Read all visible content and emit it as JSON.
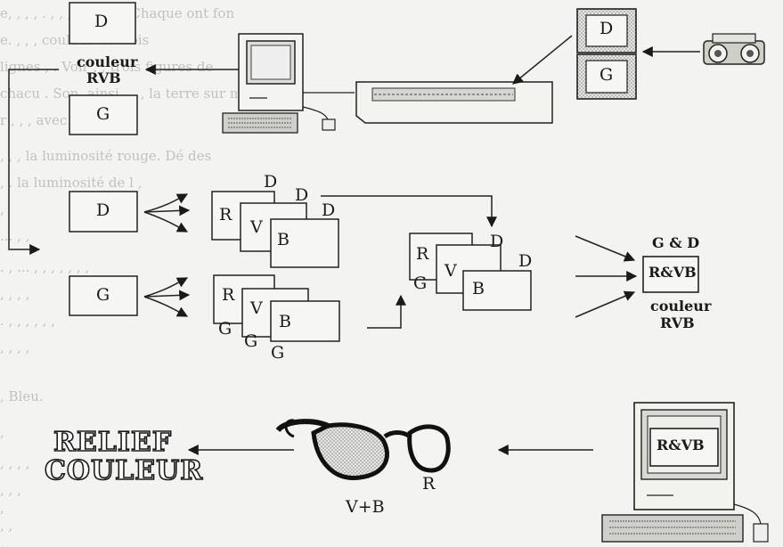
{
  "background_text": [
    "e,      ,  ,      ,       .       ,       ,      ,       ,      ,   RVB. Chaque ont fon",
    "e.           ,                              ,             ,      couleur de trois",
    "lignes     ,   . Voir          ,                ,    trois figures de",
    "chacu   . Son, ainsi      ,      ,              ,   la terre sur m  figure",
    "r     ,          ,      ,  avec l'       ,     ,",
    "     ,           ,                       ,     la luminosité rouge. Dé  des",
    "     ,      . la luminosité de l     ,",
    "                                      ,",
    "...          ,                 ,",
    "            .        , ...       ,        ,      ,        ,  ,      ,     ,",
    "               ,                                  ,      ,       ,",
    "                 . ,   ,    ,                 ,      ,     ,",
    "                  ,      ,    ,                    ,",
    "                         ,  Bleu.",
    "           ,",
    "                   ,                     ,       ,       ,",
    "                         ,                       ,     ,",
    "      ,",
    "                        ,                    ,",
    "                                                  ,"
  ],
  "labels": {
    "top_left_D": "D",
    "top_left_G": "G",
    "couleur_rvb_1_line1": "couleur",
    "couleur_rvb_1_line2": "RVB",
    "top_right_D": "D",
    "top_right_G": "G",
    "mid_left_D": "D",
    "mid_left_G": "G",
    "stack_top_R": "R",
    "stack_top_V": "V",
    "stack_top_B": "B",
    "stack_top_D1": "D",
    "stack_top_D2": "D",
    "stack_top_D3": "D",
    "stack_bot_R": "R",
    "stack_bot_V": "V",
    "stack_bot_B": "B",
    "stack_bot_G1": "G",
    "stack_bot_G2": "G",
    "stack_bot_G3": "G",
    "stack_mid_R": "R",
    "stack_mid_V": "V",
    "stack_mid_B": "B",
    "stack_mid_D1": "D",
    "stack_mid_D2": "D",
    "stack_mid_G": "G",
    "merge_top": "G & D",
    "merge_box": "R&VB",
    "couleur_rvb_2_line1": "couleur",
    "couleur_rvb_2_line2": "RVB",
    "screen_label": "R&VB",
    "glasses_R": "R",
    "glasses_VB": "V+B",
    "relief_line1": "RELIEF",
    "relief_line2": "COULEUR"
  }
}
